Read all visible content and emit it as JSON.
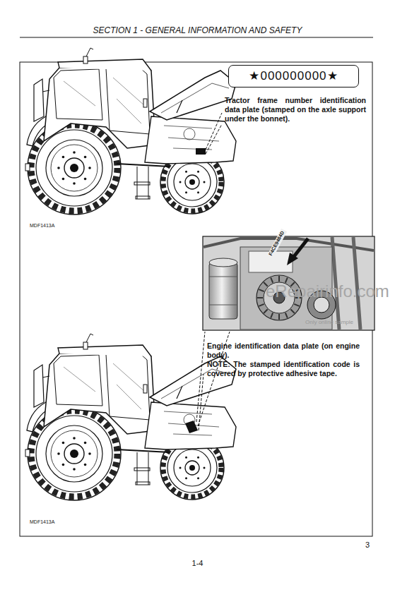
{
  "diagram": {
    "title": "SECTION 1 - GENERAL INFORMATION AND SAFETY",
    "nodes": [
      {
        "text": [
          "★000000000★"
        ]
      }
    ],
    "labels": [
      "Tractor frame number identification data plate (stamped on the axle support under the bonnet).",
      "MDF1413A",
      "F4CE9484D",
      "eRepairinfo.com",
      "Only online sample",
      "Engine identification data plate (on engine body).",
      "NOTE: The stamped identification code is covered by protective adhesive tape.",
      "MDF1413A",
      "3",
      "1-4"
    ]
  }
}
